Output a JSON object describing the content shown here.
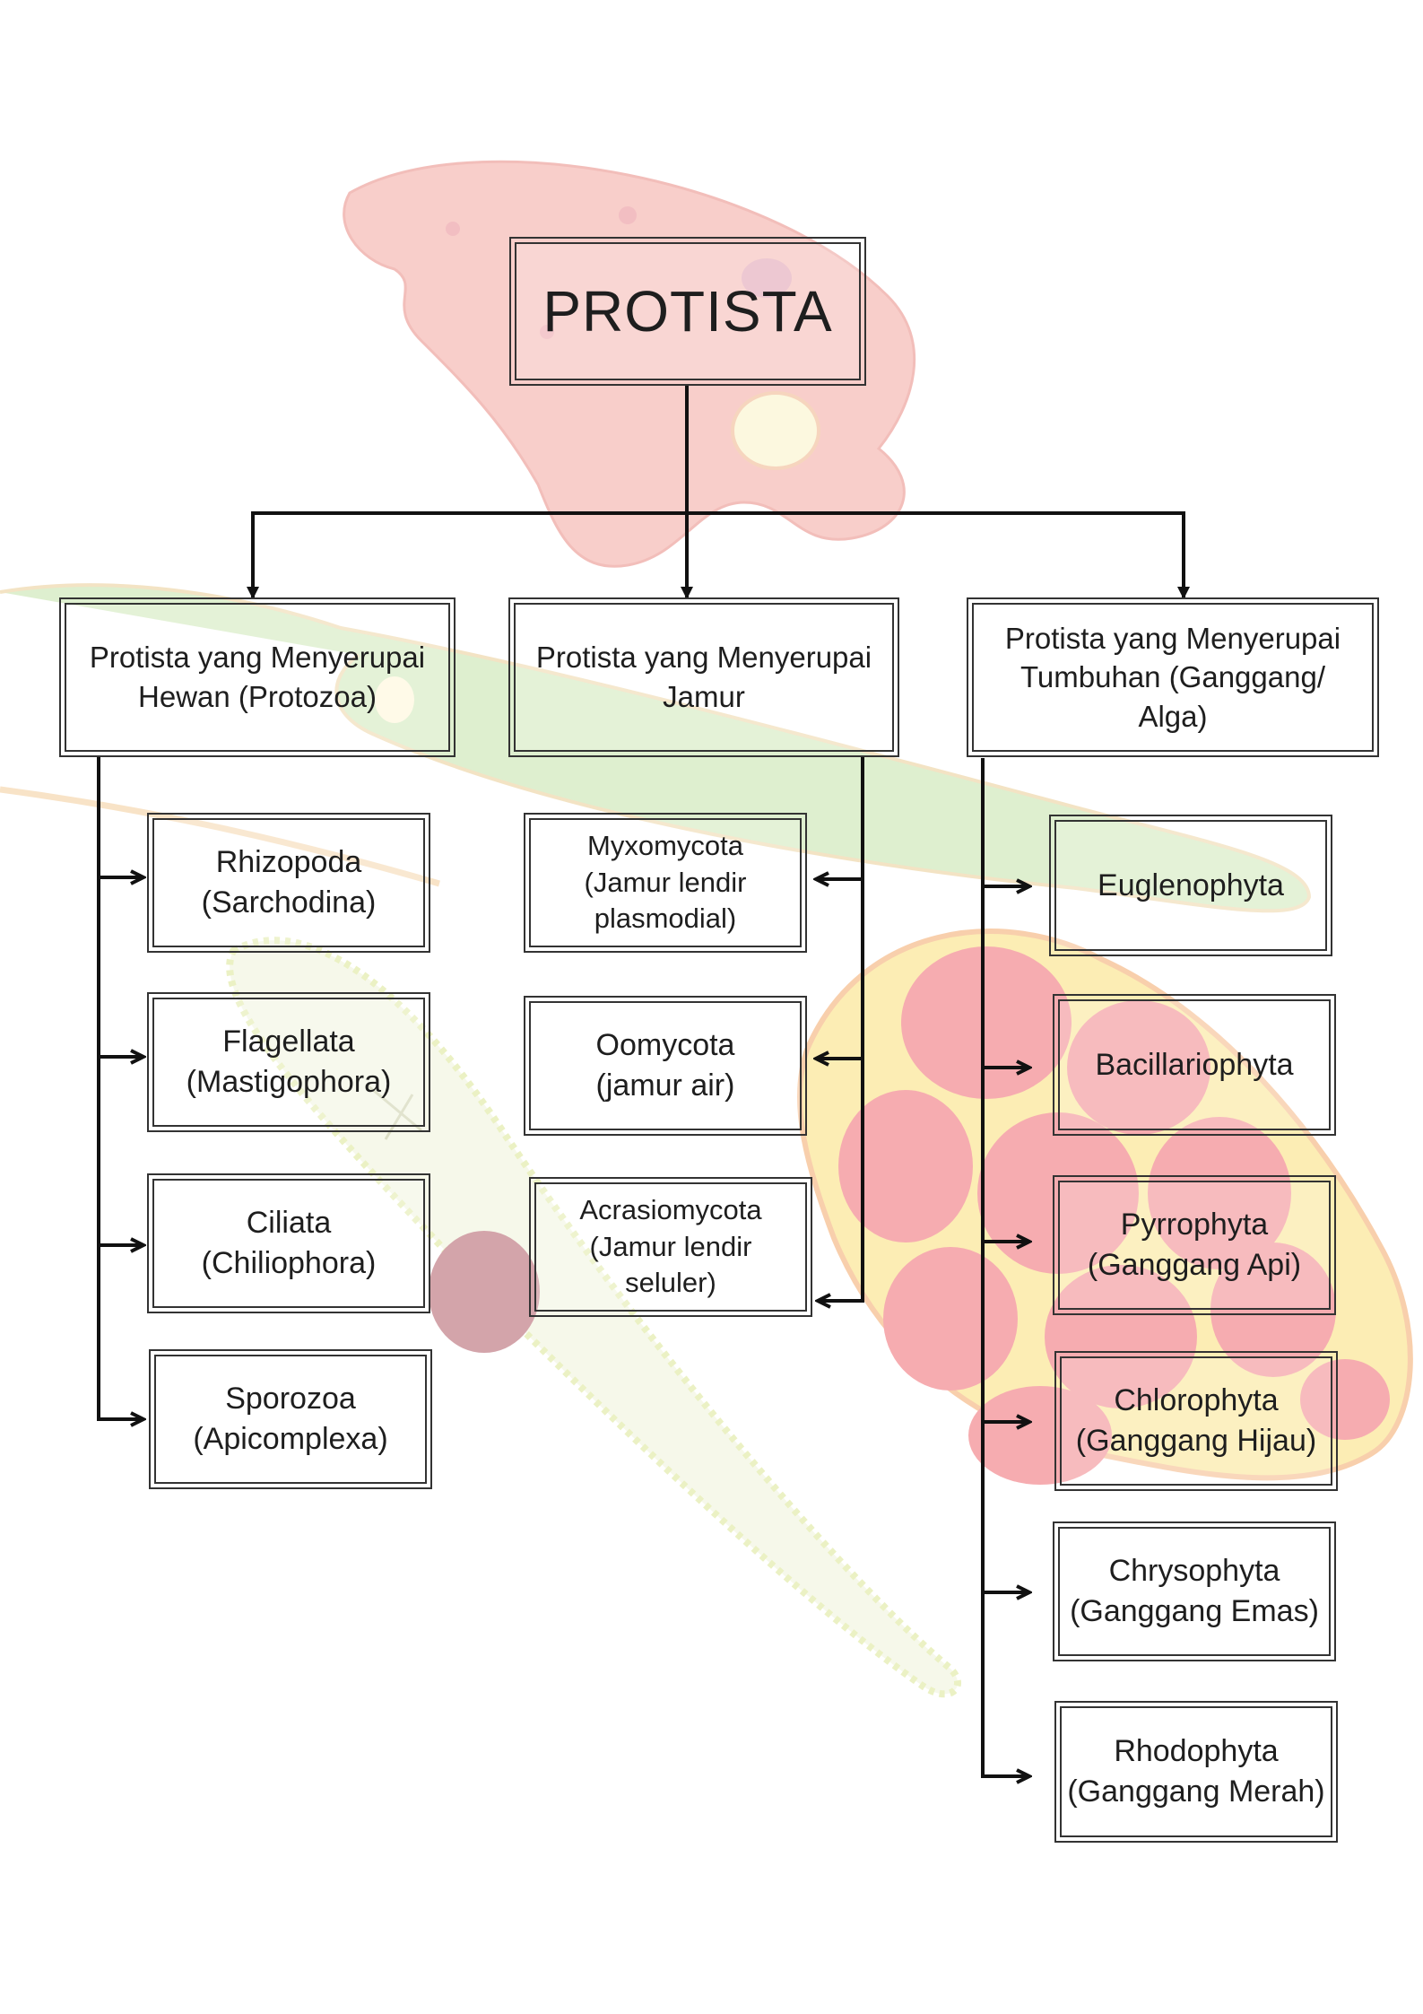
{
  "root": {
    "label": "PROTISTA"
  },
  "categories": [
    {
      "label": "Protista yang Menyerupai\nHewan (Protozoa)"
    },
    {
      "label": "Protista yang Menyerupai\nJamur"
    },
    {
      "label": "Protista yang Menyerupai\nTumbuhan  (Ganggang/\nAlga)"
    }
  ],
  "animal_like": [
    {
      "label": "Rhizopoda\n(Sarchodina)"
    },
    {
      "label": "Flagellata\n(Mastigophora)"
    },
    {
      "label": "Ciliata\n(Chiliophora)"
    },
    {
      "label": "Sporozoa\n(Apicomplexa)"
    }
  ],
  "fungus_like": [
    {
      "label": "Myxomycota\n(Jamur lendir\nplasmodial)"
    },
    {
      "label": "Oomycota\n(jamur air)"
    },
    {
      "label": "Acrasiomycota\n(Jamur lendir\nseluler)"
    }
  ],
  "plant_like": [
    {
      "label": "Euglenophyta"
    },
    {
      "label": "Bacillariophyta"
    },
    {
      "label": "Pyrrophyta\n(Ganggang Api)"
    },
    {
      "label": "Chlorophyta\n(Ganggang Hijau)"
    },
    {
      "label": "Chrysophyta\n(Ganggang Emas)"
    },
    {
      "label": "Rhodophyta\n(Ganggang Merah)"
    }
  ],
  "colors": {
    "line": "#111111",
    "text": "#1e1e1e"
  }
}
